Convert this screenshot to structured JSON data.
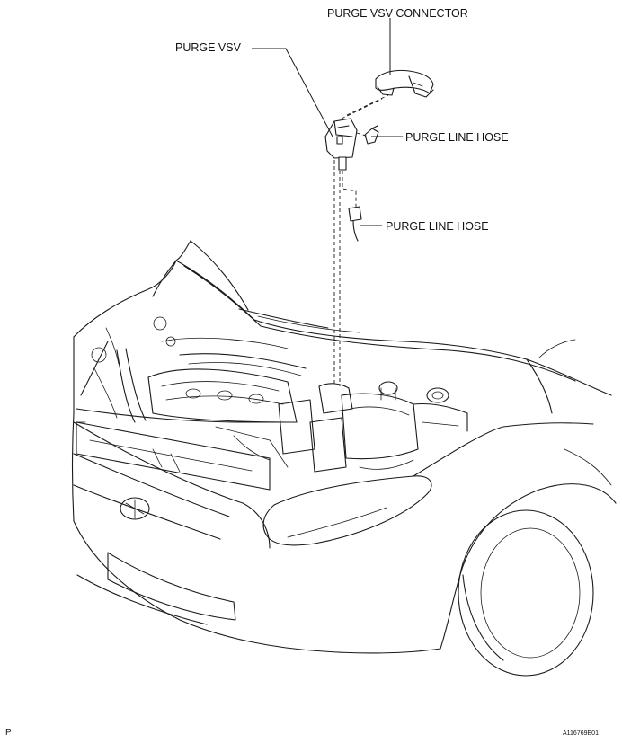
{
  "labels": {
    "purge_vsv_connector": "PURGE VSV CONNECTOR",
    "purge_vsv": "PURGE VSV",
    "purge_line_hose_upper": "PURGE LINE HOSE",
    "purge_line_hose_lower": "PURGE LINE HOSE"
  },
  "footer": {
    "left_code": "P",
    "figure_id": "A116769E01"
  }
}
